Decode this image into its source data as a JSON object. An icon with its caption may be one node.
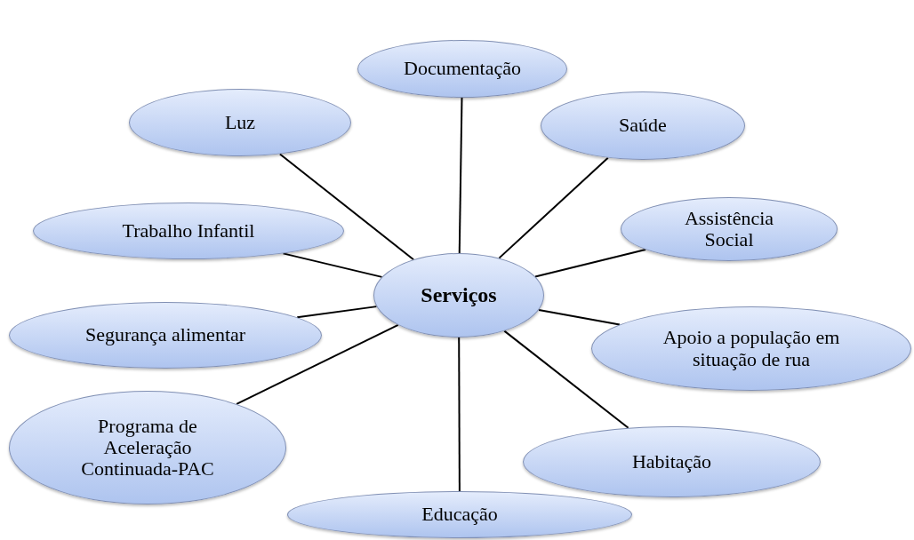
{
  "diagram": {
    "nodes": [
      {
        "text": [
          "Documentação"
        ]
      },
      {
        "text": [
          "Luz"
        ]
      },
      {
        "text": [
          "Saúde"
        ]
      },
      {
        "text": [
          "Assistência Social"
        ]
      },
      {
        "text": [
          "Trabalho Infantil"
        ]
      },
      {
        "text": [
          "Serviços"
        ]
      },
      {
        "text": [
          "Segurança alimentar"
        ]
      },
      {
        "text": [
          "Apoio a população em situação de rua"
        ]
      },
      {
        "text": [
          "Programa de Aceleração Continuada-PAC"
        ]
      },
      {
        "text": [
          "Habitação"
        ]
      },
      {
        "text": [
          "Educação"
        ]
      }
    ],
    "edges": [
      {
        "from": 5,
        "to": 0,
        "arrow": "none"
      },
      {
        "from": 5,
        "to": 1,
        "arrow": "none"
      },
      {
        "from": 5,
        "to": 2,
        "arrow": "none"
      },
      {
        "from": 5,
        "to": 3,
        "arrow": "none"
      },
      {
        "from": 5,
        "to": 4,
        "arrow": "none"
      },
      {
        "from": 5,
        "to": 6,
        "arrow": "none"
      },
      {
        "from": 5,
        "to": 7,
        "arrow": "none"
      },
      {
        "from": 5,
        "to": 8,
        "arrow": "none"
      },
      {
        "from": 5,
        "to": 9,
        "arrow": "none"
      },
      {
        "from": 5,
        "to": 10,
        "arrow": "none"
      }
    ]
  }
}
